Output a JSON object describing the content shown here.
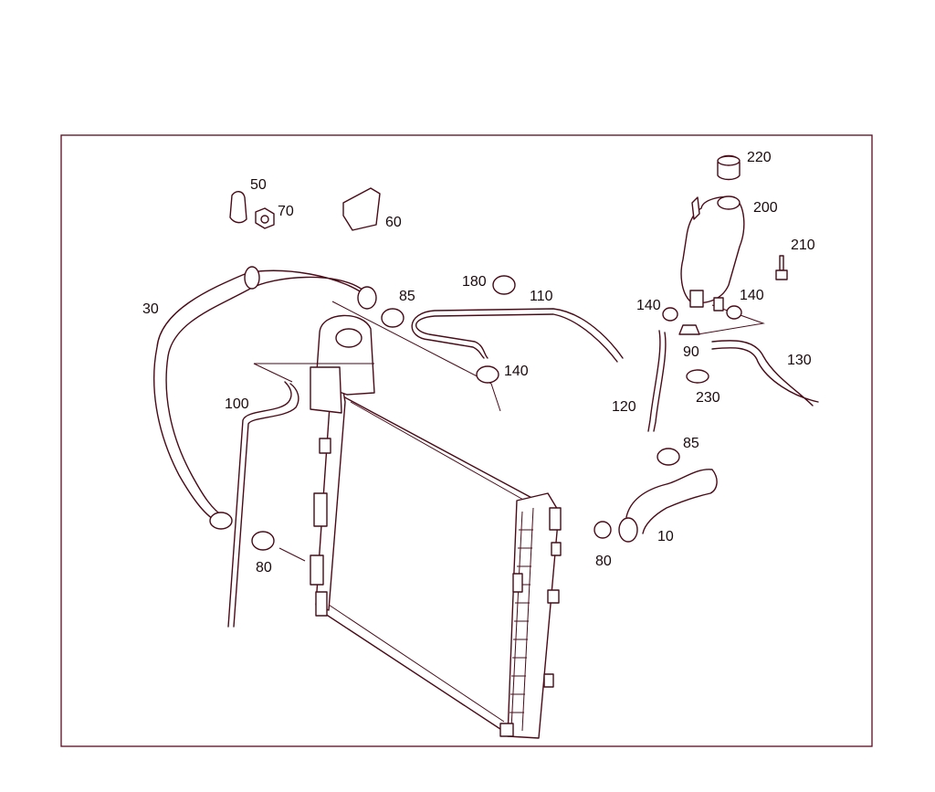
{
  "diagram": {
    "callouts": [
      {
        "id": "c220",
        "text": "220"
      },
      {
        "id": "c200",
        "text": "200"
      },
      {
        "id": "c210",
        "text": "210"
      },
      {
        "id": "c50",
        "text": "50"
      },
      {
        "id": "c70",
        "text": "70"
      },
      {
        "id": "c60",
        "text": "60"
      },
      {
        "id": "c30",
        "text": "30"
      },
      {
        "id": "c85a",
        "text": "85"
      },
      {
        "id": "c180",
        "text": "180"
      },
      {
        "id": "c110",
        "text": "110"
      },
      {
        "id": "c140a",
        "text": "140"
      },
      {
        "id": "c140b",
        "text": "140"
      },
      {
        "id": "c140c",
        "text": "140"
      },
      {
        "id": "c90",
        "text": "90"
      },
      {
        "id": "c130",
        "text": "130"
      },
      {
        "id": "c230",
        "text": "230"
      },
      {
        "id": "c100",
        "text": "100"
      },
      {
        "id": "c120",
        "text": "120"
      },
      {
        "id": "c85b",
        "text": "85"
      },
      {
        "id": "c10",
        "text": "10"
      },
      {
        "id": "c80a",
        "text": "80"
      },
      {
        "id": "c80b",
        "text": "80"
      }
    ]
  }
}
